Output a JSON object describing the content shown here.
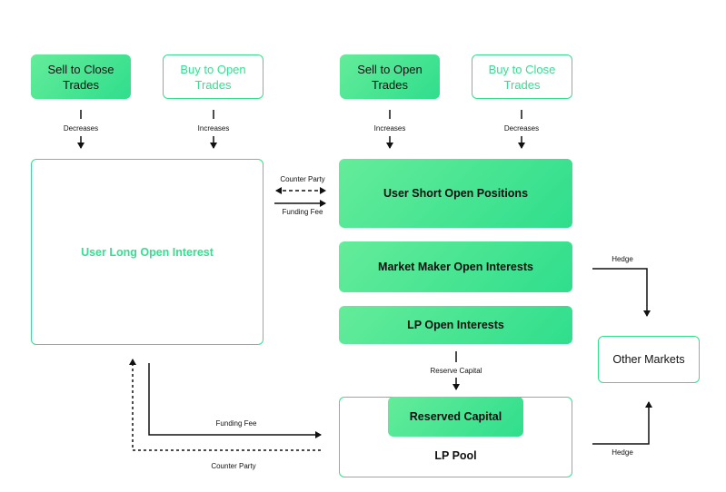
{
  "top_boxes": {
    "sell_to_close_left": "Sell to Close\nTrades",
    "buy_to_open": "Buy to Open\nTrades",
    "sell_to_open": "Sell to Open\nTrades",
    "buy_to_close": "Buy to Close\nTrades"
  },
  "arrow_labels": {
    "decreases_left": "Decreases",
    "increases_left": "Increases",
    "increases_right": "Increases",
    "decreases_right": "Decreases",
    "counter_party_top": "Counter Party",
    "funding_fee_top": "Funding Fee",
    "hedge_top": "Hedge",
    "hedge_bottom": "Hedge",
    "reserve_capital": "Reserve Capital",
    "funding_fee_bottom": "Funding Fee",
    "counter_party_bottom": "Counter Party"
  },
  "boxes": {
    "user_long": "User Long Open Interest",
    "user_short": "User Short Open Positions",
    "market_maker": "Market Maker Open Interests",
    "lp_open": "LP Open Interests",
    "other_markets": "Other Markets",
    "reserved_capital": "Reserved Capital",
    "lp_pool": "LP Pool"
  },
  "colors": {
    "accent": "#35df8f",
    "fill_start": "#64ec9a",
    "fill_end": "#2fde8c",
    "arrow": "#111111"
  }
}
